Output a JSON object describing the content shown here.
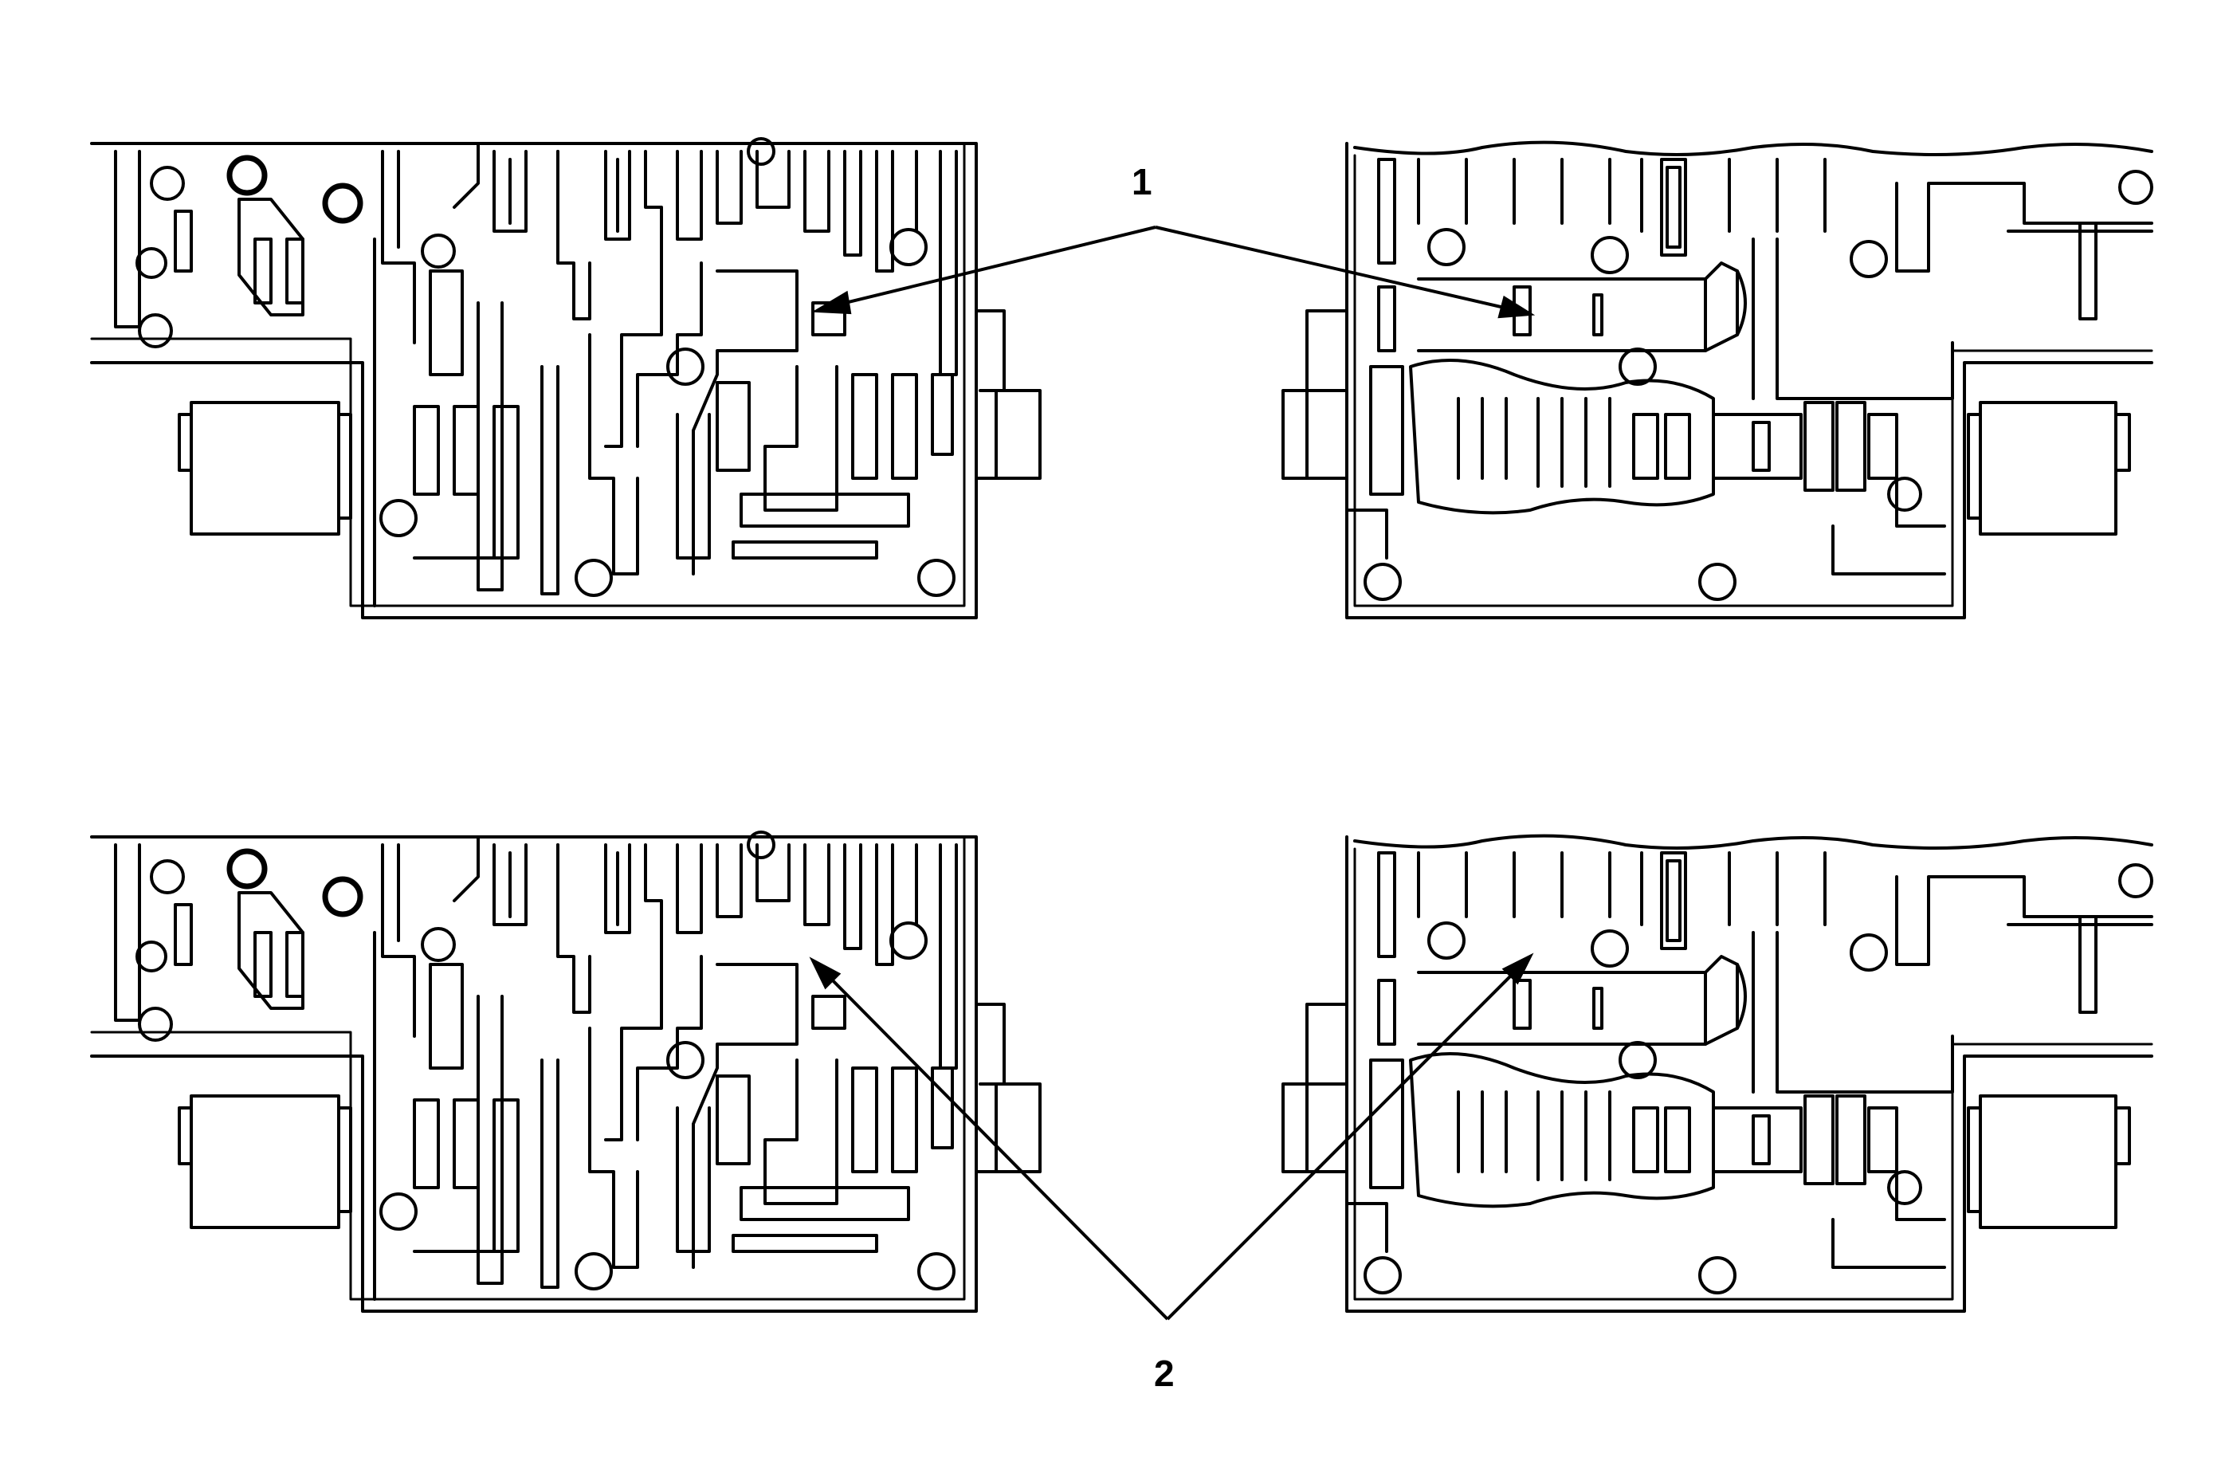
{
  "callouts": [
    {
      "id": "1",
      "label": "1"
    },
    {
      "id": "2",
      "label": "2"
    }
  ],
  "colors": {
    "line": "#000000",
    "background": "#ffffff"
  },
  "views": [
    {
      "name": "top-left-valve-body-view"
    },
    {
      "name": "top-right-valve-body-view"
    },
    {
      "name": "bottom-left-valve-body-view"
    },
    {
      "name": "bottom-right-valve-body-view"
    }
  ]
}
